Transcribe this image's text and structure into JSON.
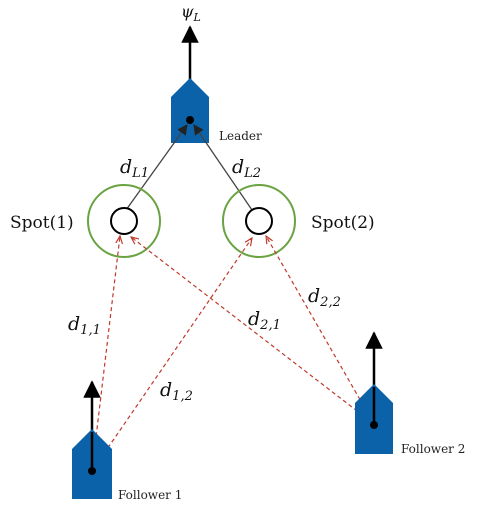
{
  "colors": {
    "boat": "#0b62a8",
    "spot_ring": "#6aa341",
    "dashed": "#c0392b",
    "arrow": "#000000",
    "solid_link": "#444444"
  },
  "leader": {
    "label": "Leader",
    "heading_main": "ψ",
    "heading_sub": "L"
  },
  "followers": [
    {
      "label": "Follower 1"
    },
    {
      "label": "Follower 2"
    }
  ],
  "spots": [
    {
      "label": "Spot(1)"
    },
    {
      "label": "Spot(2)"
    }
  ],
  "links": {
    "dL1": {
      "main": "d",
      "sub": "L1"
    },
    "dL2": {
      "main": "d",
      "sub": "L2"
    },
    "d11": {
      "main": "d",
      "sub": "1,1"
    },
    "d12": {
      "main": "d",
      "sub": "1,2"
    },
    "d21": {
      "main": "d",
      "sub": "2,1"
    },
    "d22": {
      "main": "d",
      "sub": "2,2"
    }
  },
  "icons": [
    "boat-icon",
    "arrow-icon",
    "spot-ring-icon"
  ]
}
